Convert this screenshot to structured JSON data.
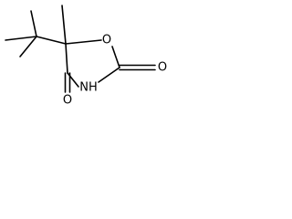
{
  "molecule": {
    "atoms": {
      "ring_oxygen": "O",
      "nitrogen": "NH",
      "carbonyl_oxygen_right": "O",
      "carbonyl_oxygen_bottom": "O"
    },
    "colors": {
      "bond": "#000000",
      "text": "#000000",
      "background": "#ffffff"
    }
  }
}
